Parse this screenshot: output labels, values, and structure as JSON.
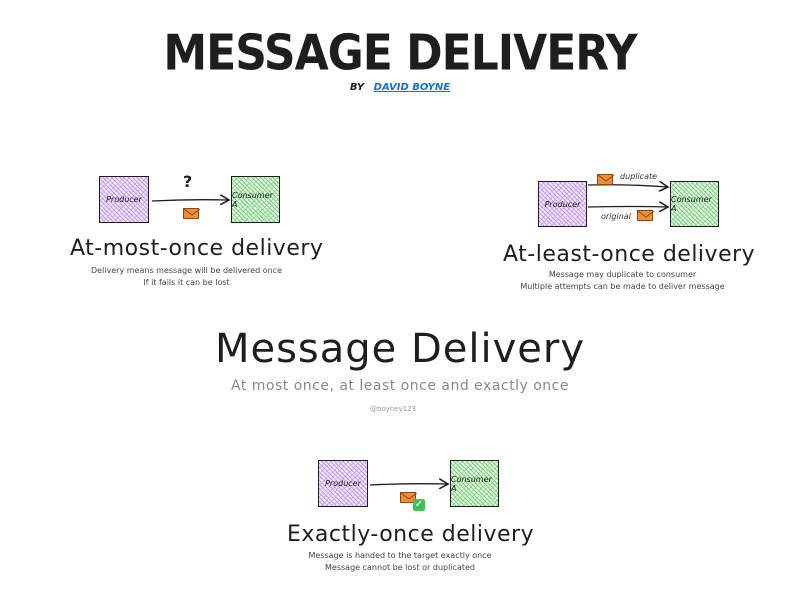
{
  "header": {
    "title": "MESSAGE DELIVERY",
    "by": "BY",
    "author": "DAVID BOYNE"
  },
  "center": {
    "title": "Message Delivery",
    "subtitle": "At most once, at least once and exactly once",
    "handle": "@boyney123"
  },
  "at_most_once": {
    "producer": "Producer",
    "consumer": "Consumer A",
    "question": "?",
    "heading": "At-most-once delivery",
    "caption_1": "Delivery means message will be delivered once",
    "caption_2": "If it fails it can be lost"
  },
  "at_least_once": {
    "producer": "Producer",
    "consumer": "Consumer A",
    "label_duplicate": "duplicate",
    "label_original": "original",
    "heading": "At-least-once delivery",
    "caption_1": "Message may duplicate to consumer",
    "caption_2": "Multiple attempts can be made to deliver message"
  },
  "exactly_once": {
    "producer": "Producer",
    "consumer": "Consumer A",
    "check": "✓",
    "heading": "Exactly-once delivery",
    "caption_1": "Message is handed to the target exactly once",
    "caption_2": "Message cannot be lost or duplicated"
  },
  "colors": {
    "producer": "#c79bef",
    "consumer": "#7ed17e",
    "envelope": "#f08c3a",
    "link": "#1971c2",
    "check": "#40c057"
  }
}
